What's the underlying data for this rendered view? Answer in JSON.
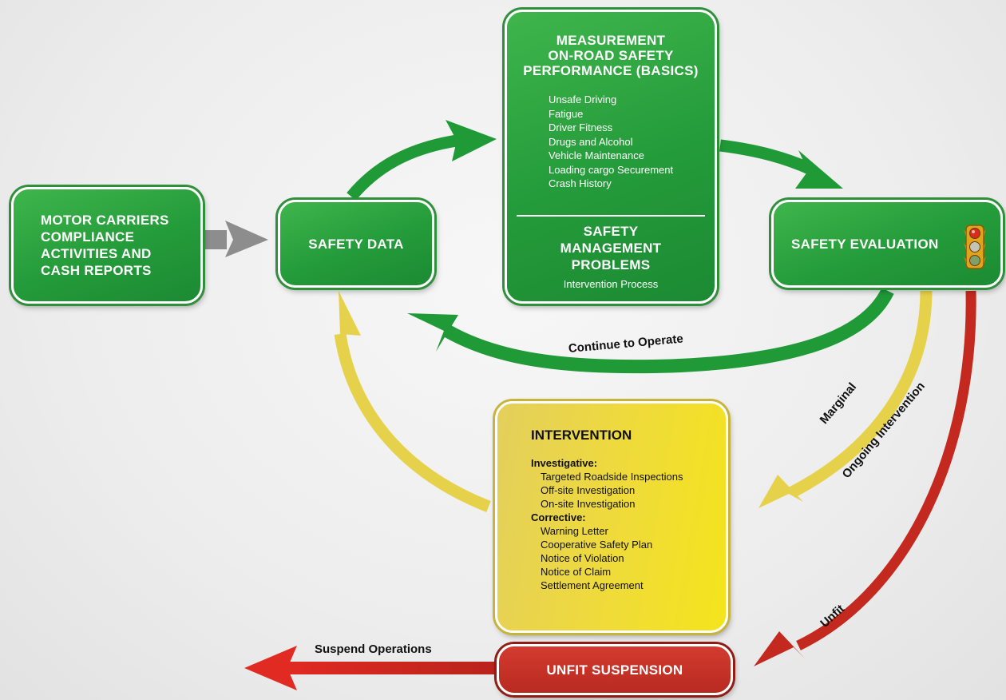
{
  "nodes": {
    "motor_carriers": [
      "MOTOR CARRIERS",
      "COMPLIANCE",
      "ACTIVITIES AND",
      "CASH REPORTS"
    ],
    "safety_data": "SAFETY DATA",
    "measurement": {
      "title": [
        "MEASUREMENT",
        "ON-ROAD SAFETY",
        "PERFORMANCE (BASICS)"
      ],
      "items": [
        "Unsafe Driving",
        "Fatigue",
        "Driver Fitness",
        "Drugs and Alcohol",
        "Vehicle Maintenance",
        "Loading cargo Securement",
        "Crash History"
      ],
      "sub_title": [
        "SAFETY",
        "MANAGEMENT",
        "PROBLEMS"
      ],
      "sub_text": "Intervention Process"
    },
    "safety_evaluation": "SAFETY EVALUATION",
    "intervention": {
      "title": "INTERVENTION",
      "investigative_label": "Investigative:",
      "investigative_items": [
        "Targeted Roadside Inspections",
        "Off-site Investigation",
        "On-site Investigation"
      ],
      "corrective_label": "Corrective:",
      "corrective_items": [
        "Warning Letter",
        "Cooperative Safety Plan",
        "Notice of Violation",
        "Notice of Claim",
        "Settlement Agreement"
      ]
    },
    "unfit_suspension": "UNFIT SUSPENSION"
  },
  "edge_labels": {
    "continue": "Continue to Operate",
    "marginal": "Marginal",
    "ongoing": "Ongoing Intervention",
    "unfit": "Unfit",
    "suspend": "Suspend Operations"
  },
  "colors": {
    "green": "#249b3a",
    "yellow": "#e6d24a",
    "red": "#c4291f",
    "gray": "#8a8a8a"
  }
}
